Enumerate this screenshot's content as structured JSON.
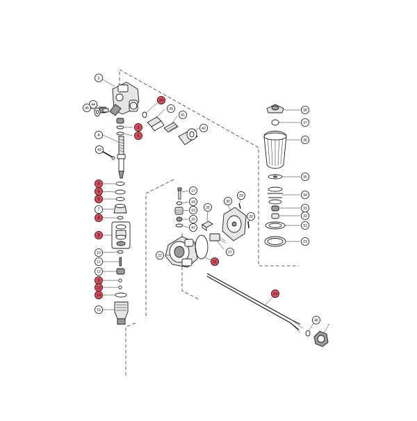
{
  "diagram": {
    "colors": {
      "background": "#ffffff",
      "line": "#1a1a1a",
      "callout_fill": "#ffffff",
      "callout_highlight": "#e04a5a"
    },
    "callouts": [
      {
        "label": "1",
        "highlight": false
      },
      {
        "label": "44",
        "highlight": false
      },
      {
        "label": "45",
        "highlight": false
      },
      {
        "label": "24",
        "highlight": true
      },
      {
        "label": "39",
        "highlight": false
      },
      {
        "label": "41",
        "highlight": false
      },
      {
        "label": "42",
        "highlight": false
      },
      {
        "label": "3",
        "highlight": true
      },
      {
        "label": "5",
        "highlight": true
      },
      {
        "label": "4",
        "highlight": false
      },
      {
        "label": "43",
        "highlight": false
      },
      {
        "label": "9",
        "highlight": true
      },
      {
        "label": "6",
        "highlight": true
      },
      {
        "label": "5",
        "highlight": true
      },
      {
        "label": "7",
        "highlight": false
      },
      {
        "label": "8",
        "highlight": true
      },
      {
        "label": "9",
        "highlight": true
      },
      {
        "label": "10",
        "highlight": false
      },
      {
        "label": "11",
        "highlight": false
      },
      {
        "label": "12",
        "highlight": false
      },
      {
        "label": "3",
        "highlight": true
      },
      {
        "label": "13",
        "highlight": true
      },
      {
        "label": "14",
        "highlight": true
      },
      {
        "label": "15",
        "highlight": false
      },
      {
        "label": "17",
        "highlight": false
      },
      {
        "label": "18",
        "highlight": false
      },
      {
        "label": "19",
        "highlight": false
      },
      {
        "label": "20",
        "highlight": false
      },
      {
        "label": "47",
        "highlight": false
      },
      {
        "label": "22",
        "highlight": false
      },
      {
        "label": "21",
        "highlight": true
      },
      {
        "label": "26",
        "highlight": false
      },
      {
        "label": "30",
        "highlight": false
      },
      {
        "label": "29",
        "highlight": false
      },
      {
        "label": "28",
        "highlight": false
      },
      {
        "label": "27",
        "highlight": false
      },
      {
        "label": "38",
        "highlight": false
      },
      {
        "label": "37",
        "highlight": false
      },
      {
        "label": "36",
        "highlight": false
      },
      {
        "label": "35",
        "highlight": false
      },
      {
        "label": "34",
        "highlight": false
      },
      {
        "label": "33",
        "highlight": false
      },
      {
        "label": "32",
        "highlight": false
      },
      {
        "label": "31",
        "highlight": false
      },
      {
        "label": "23",
        "highlight": false
      },
      {
        "label": "24",
        "highlight": true
      },
      {
        "label": "46",
        "highlight": false
      }
    ]
  }
}
